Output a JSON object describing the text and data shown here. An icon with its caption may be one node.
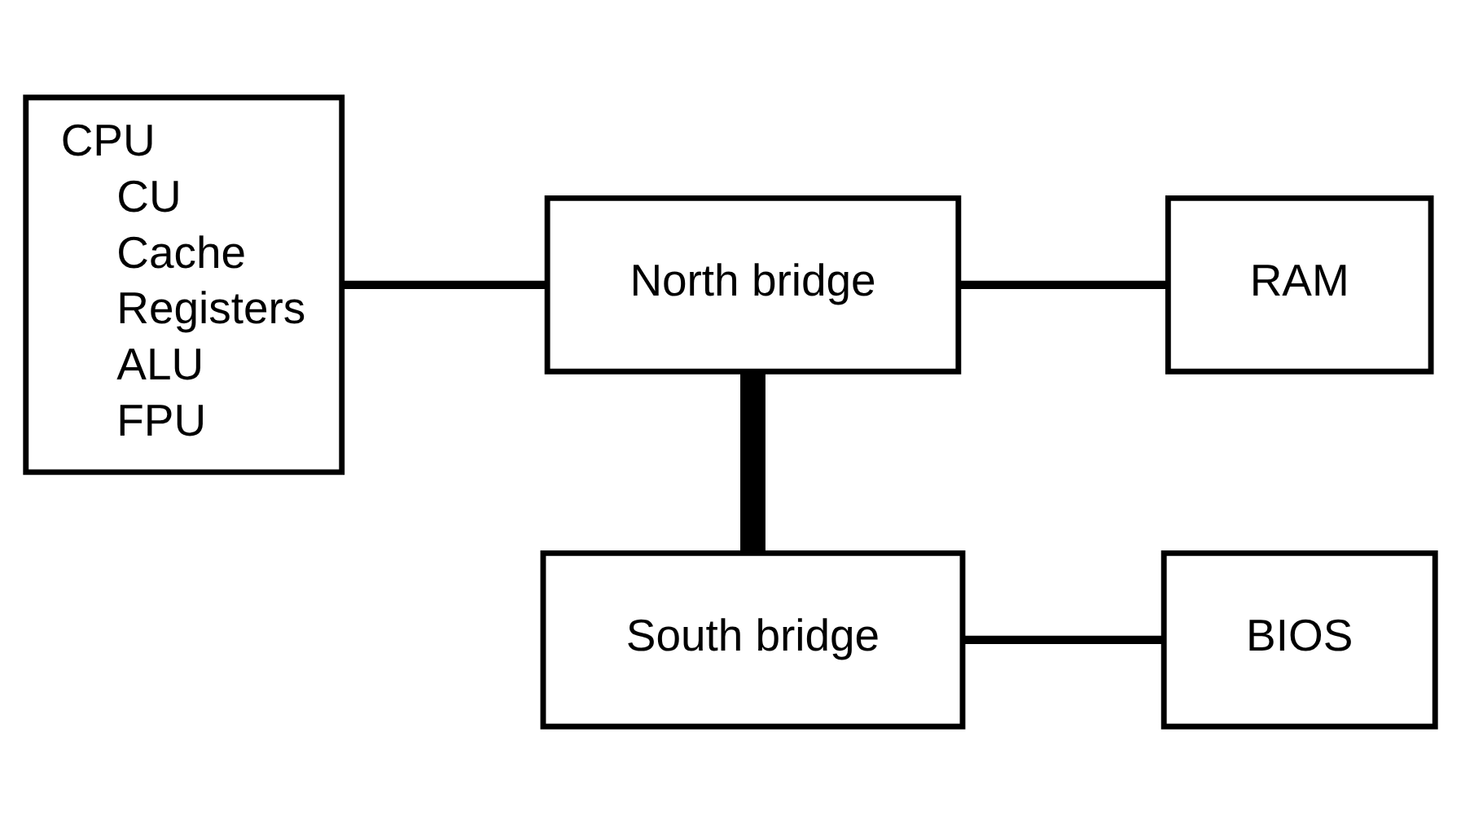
{
  "diagram": {
    "nodes": [
      {
        "text": [
          "CPU",
          "CU",
          "Cache",
          "Registers",
          "ALU",
          "FPU"
        ]
      },
      {
        "text": [
          "North bridge"
        ]
      },
      {
        "text": [
          "RAM"
        ]
      },
      {
        "text": [
          "South bridge"
        ]
      },
      {
        "text": [
          "BIOS"
        ]
      }
    ],
    "edges": [
      {
        "from": 0,
        "to": 1,
        "arrow": "none"
      },
      {
        "from": 1,
        "to": 2,
        "arrow": "none"
      },
      {
        "from": 1,
        "to": 3,
        "arrow": "none",
        "style": "thick"
      },
      {
        "from": 3,
        "to": 4,
        "arrow": "none"
      }
    ]
  }
}
